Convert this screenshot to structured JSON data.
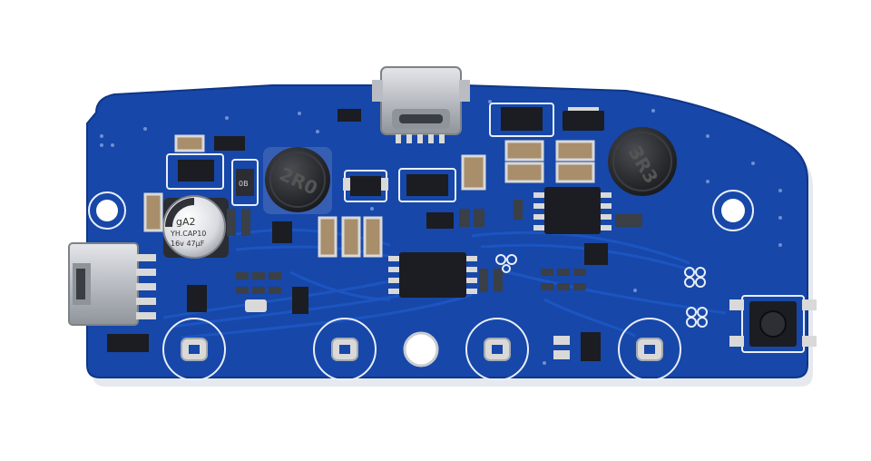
{
  "colors": {
    "background": "#ffffff",
    "pcb": "#1747a8",
    "pcb_edge": "#0f3687",
    "trace": "#1d57c4",
    "silkscreen": "#e8eef8",
    "metal": "#c9ccd1",
    "metal_dark": "#8b9096",
    "component_black": "#1b1d22",
    "resistor_tan": "#a98e6c",
    "copper_pad": "#d9d9d9"
  },
  "markings": {
    "capacitor_line1": "gA2",
    "capacitor_line2": "YH.CAP10",
    "capacitor_line3": "16v 47μF",
    "inductor_left": "2R0",
    "inductor_right": "3R3",
    "small_chip": "0B"
  },
  "icons": {
    "usb_c": "usb-c-port-icon",
    "micro_usb": "micro-usb-port-icon",
    "button": "tactile-button-icon"
  }
}
